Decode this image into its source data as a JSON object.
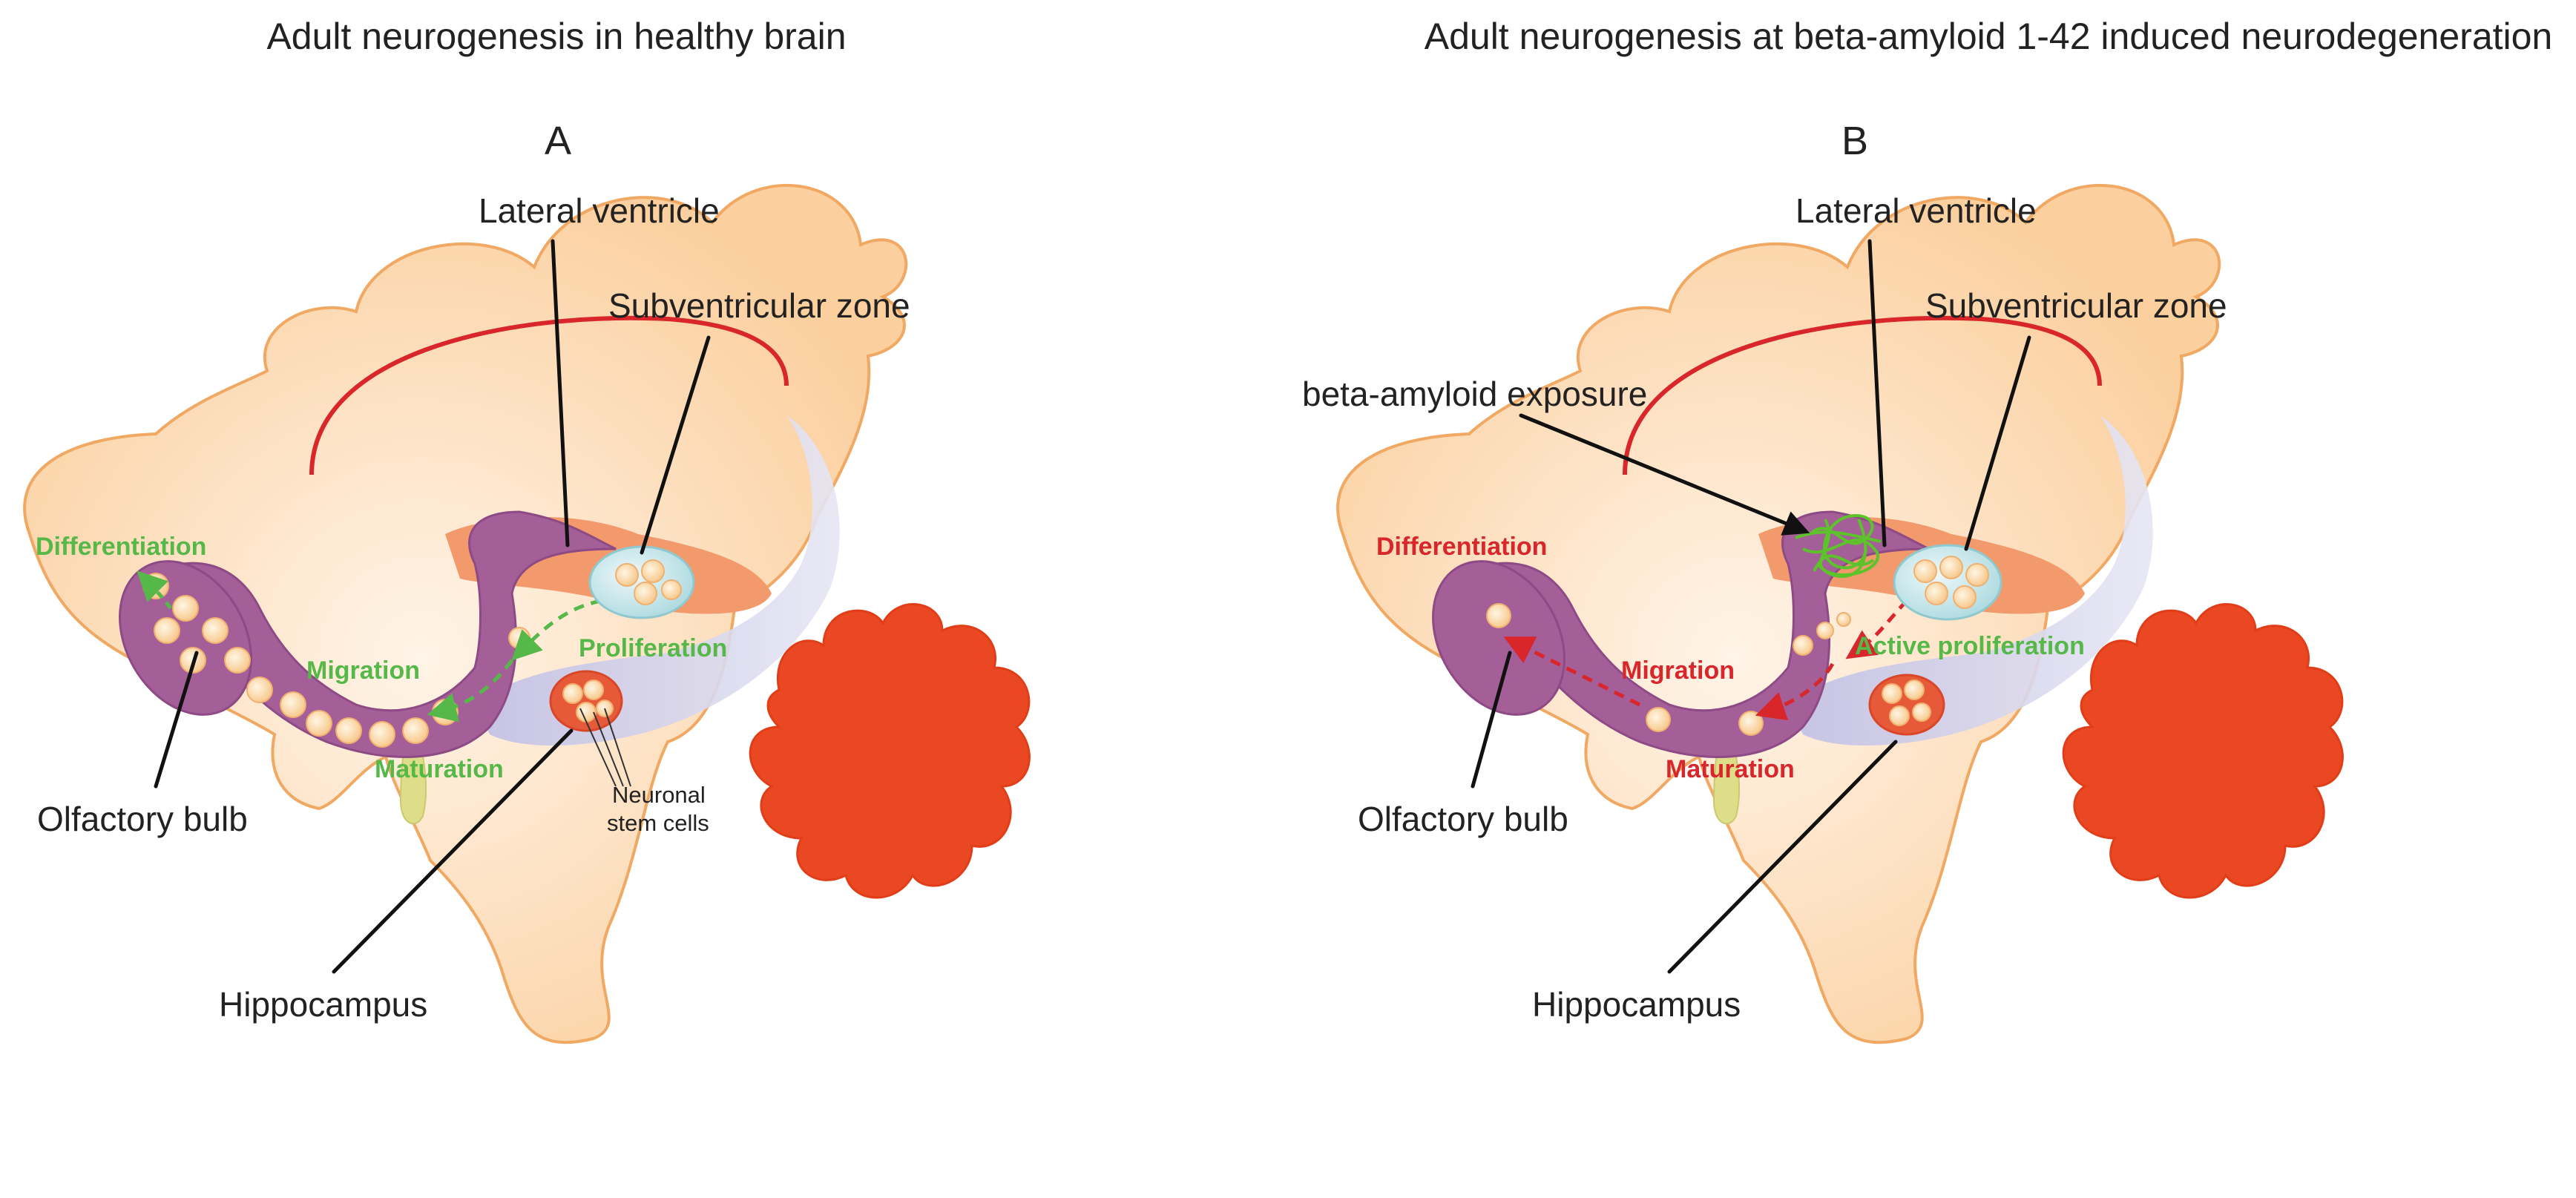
{
  "panels": [
    {
      "title": "Adult neurogenesis in healthy brain",
      "letter": "A",
      "labels": {
        "lateral_ventricle": "Lateral ventricle",
        "subventricular_zone": "Subventricular zone",
        "olfactory_bulb": "Olfactory bulb",
        "hippocampus": "Hippocampus",
        "stem_cells_line1": "Neuronal",
        "stem_cells_line2": "stem cells"
      },
      "steps": {
        "differentiation": "Differentiation",
        "migration": "Migration",
        "proliferation": "Proliferation",
        "maturation": "Maturation"
      }
    },
    {
      "title": "Adult neurogenesis at beta-amyloid 1-42 induced neurodegeneration",
      "letter": "B",
      "labels": {
        "lateral_ventricle": "Lateral ventricle",
        "subventricular_zone": "Subventricular zone",
        "beta_amyloid": "beta-amyloid exposure",
        "olfactory_bulb": "Olfactory bulb",
        "hippocampus": "Hippocampus"
      },
      "steps": {
        "differentiation": "Differentiation",
        "migration": "Migration",
        "active_proliferation": "Active proliferation",
        "maturation": "Maturation"
      }
    }
  ],
  "colors": {
    "healthy_step": "#56b848",
    "degeneration_step": "#d8262b",
    "brain_fill": "#fbd3a4",
    "brain_outline": "#f0a862",
    "pathway": "#a45e98",
    "cerebellum": "#ea4822",
    "ventricle": "#f29a6b",
    "svz": "#bfe3e6",
    "hippocampus_area": "#c8c8e6",
    "amyloid": "#5cc32b"
  }
}
